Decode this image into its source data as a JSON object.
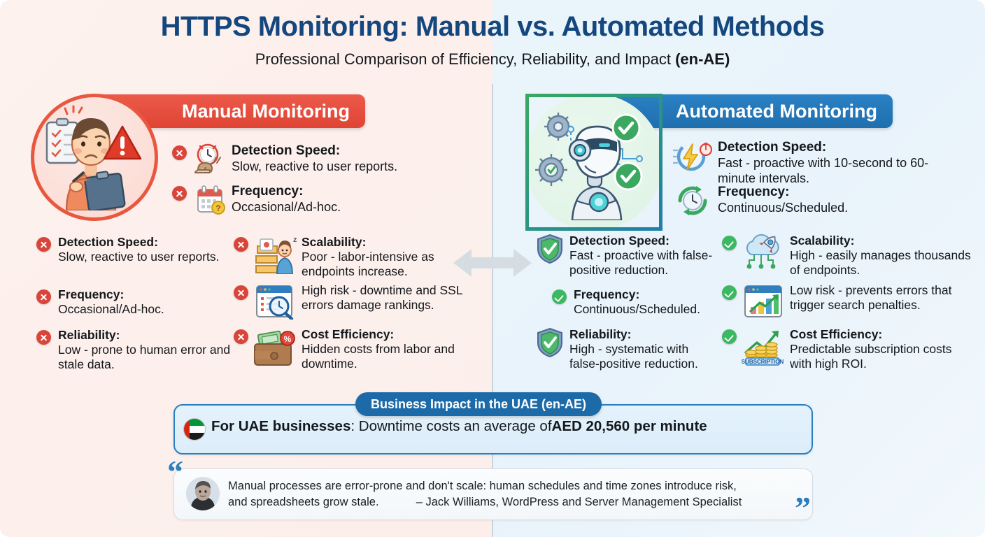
{
  "header": {
    "title": "HTTPS Monitoring: Manual vs. Automated Methods",
    "subtitle_prefix": "Professional Comparison of Efficiency, Reliability, and Impact ",
    "subtitle_locale": "(en-AE)"
  },
  "colors": {
    "title": "#15477f",
    "manual_accent": "#df4434",
    "automated_accent": "#1f6fae",
    "negative": "#d9453a",
    "positive": "#3cb863",
    "impact_border": "#2a7fc0",
    "bg_left": "#fdf2ee",
    "bg_right": "#eaf4fb"
  },
  "manual": {
    "badge_label": "Manual Monitoring",
    "illustration_name": "worried-person-clipboard-warning-illustration",
    "top_items": [
      {
        "marker": "x-mark",
        "icon": "slow-clock-snail-icon",
        "heading": "Detection Speed:",
        "body": "Slow, reactive to user reports."
      },
      {
        "marker": "x-mark",
        "icon": "calendar-question-icon",
        "heading": "Frequency:",
        "body": "Occasional/Ad-hoc."
      }
    ],
    "col1_items": [
      {
        "marker": "x-mark",
        "heading": "Detection Speed:",
        "body": "Slow, reactive to user reports."
      },
      {
        "marker": "x-mark",
        "heading": "Frequency:",
        "body": "Occasional/Ad-hoc."
      },
      {
        "marker": "x-mark",
        "heading": "Reliability:",
        "body": "Low - prone to human error and stale data."
      }
    ],
    "col2_items": [
      {
        "marker": "x-mark",
        "icon": "stacked-folders-person-icon",
        "heading": "Scalability:",
        "body": "Poor - labor-intensive as endpoints increase."
      },
      {
        "marker": "x-mark",
        "icon": "browser-search-magnifier-icon",
        "heading": "",
        "body": "High risk - downtime and SSL errors damage rankings."
      },
      {
        "marker": "x-mark",
        "icon": "wallet-cash-percent-icon",
        "heading": "Cost Efficiency:",
        "body": "Hidden costs from labor and downtime."
      }
    ]
  },
  "automated": {
    "badge_label": "Automated Monitoring",
    "illustration_name": "ai-robot-gears-checkmarks-illustration",
    "top_items": [
      {
        "marker": "none",
        "icon": "lightning-stopwatch-icon",
        "heading": "Detection Speed:",
        "body": "Fast - proactive with 10-second to 60-minute intervals."
      },
      {
        "marker": "none",
        "icon": "refresh-clock-cycle-icon",
        "heading": "Frequency:",
        "body": "Continuous/Scheduled."
      }
    ],
    "col1_items": [
      {
        "marker": "shield-check-icon",
        "heading": "Detection Speed:",
        "body": "Fast - proactive with false-positive reduction."
      },
      {
        "marker": "c-mark",
        "heading": "Frequency:",
        "body": "Continuous/Scheduled."
      },
      {
        "marker": "shield-check-icon",
        "heading": "Reliability:",
        "body": "High - systematic with false-positive reduction."
      }
    ],
    "col2_items": [
      {
        "marker": "c-mark",
        "icon": "cloud-rocket-network-icon",
        "heading": "Scalability:",
        "body": "High - easily manages thousands of endpoints."
      },
      {
        "marker": "c-mark",
        "icon": "growth-chart-browser-icon",
        "heading": "",
        "body": "Low risk - prevents errors that trigger search penalties."
      },
      {
        "marker": "c-mark",
        "icon": "coins-growth-subscription-icon",
        "heading": "Cost Efficiency:",
        "body": "Predictable subscription costs with high ROI."
      }
    ]
  },
  "impact": {
    "tag_label": "Business Impact in the UAE (en-AE)",
    "flag_icon": "uae-flag-circle-icon",
    "lead": "For UAE businesses",
    "middle": ": Downtime costs an average of ",
    "amount": "AED 20,560 per minute"
  },
  "quote": {
    "avatar_name": "quote-author-avatar",
    "line1": "Manual processes are error-prone and don't scale: human schedules and time zones introduce risk,",
    "line2_text": "and spreadsheets grow stale.",
    "attribution": "– Jack Williams, WordPress and Server Management Specialist",
    "open_quote": "“",
    "close_quote": "”"
  },
  "center": {
    "arrow_icon": "bidirectional-arrow-icon"
  }
}
